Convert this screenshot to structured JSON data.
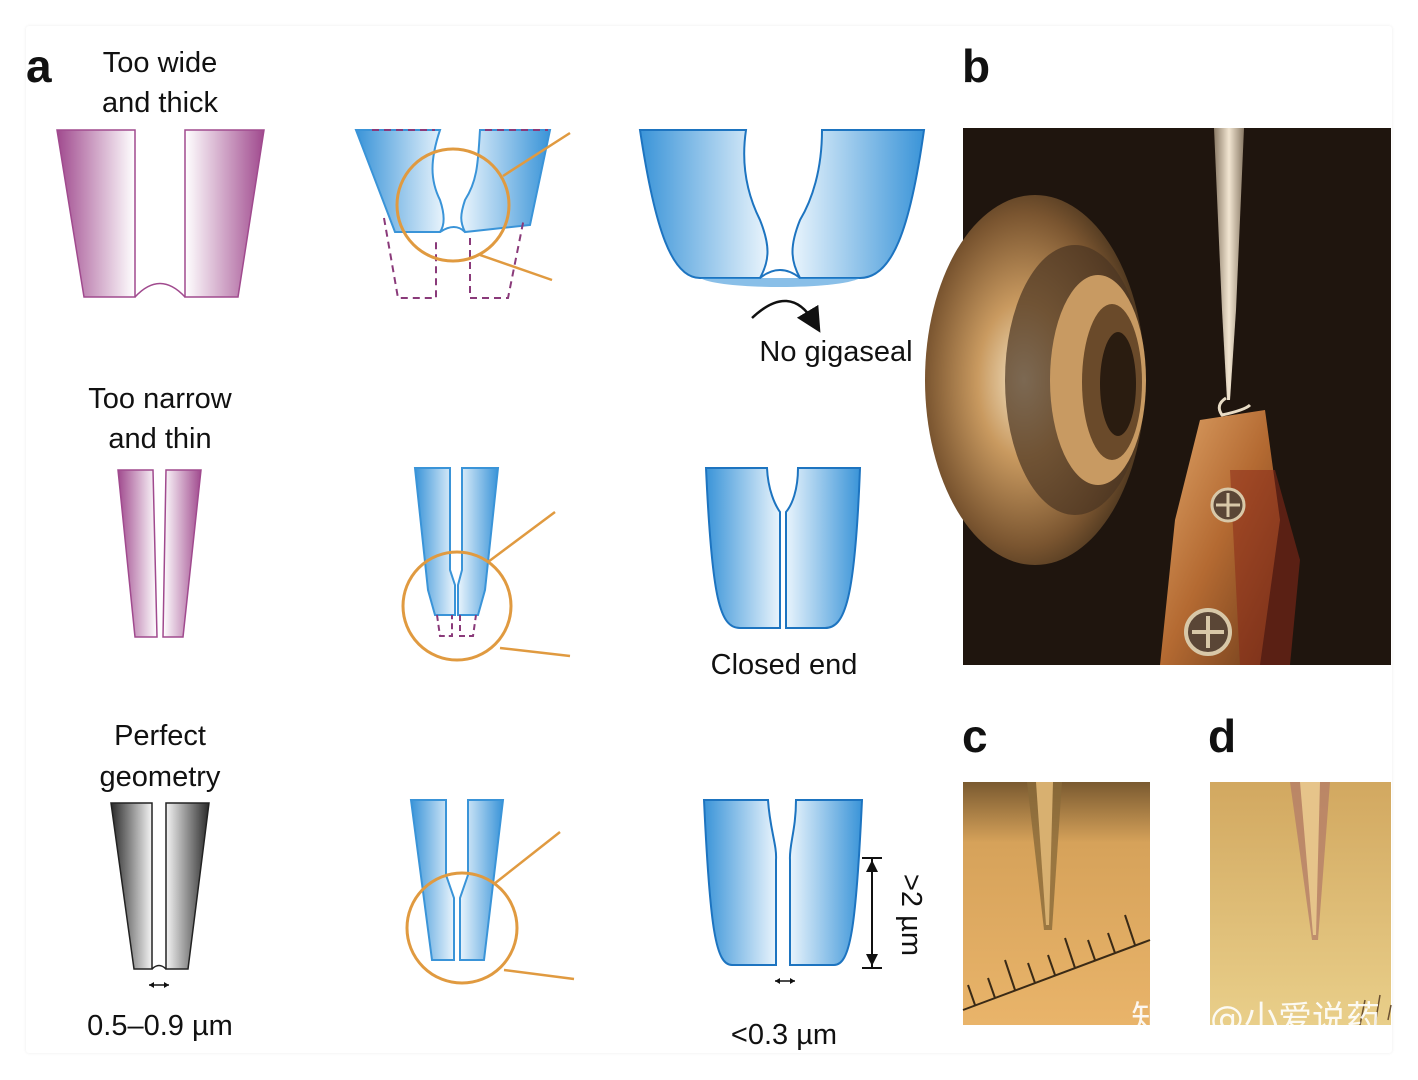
{
  "panel_letters": {
    "a": "a",
    "b": "b",
    "c": "c",
    "d": "d"
  },
  "rows": [
    {
      "label_lines": [
        "Too wide",
        "and thick"
      ],
      "result_label": "No gigaseal"
    },
    {
      "label_lines": [
        "Too narrow",
        "and thin"
      ],
      "result_label": "Closed end"
    },
    {
      "label_lines": [
        "Perfect",
        "geometry"
      ],
      "tip_size": "0.5–0.9 µm",
      "result_size": "<0.3 µm",
      "length_label": ">2 µm"
    }
  ],
  "watermark": "知乎 @小爱说药",
  "colors": {
    "wide_glass": "#a0408a",
    "narrow_glass": "#a0408a",
    "perfect_glass": "#333333",
    "polished_blue": "#3f98d8",
    "outline_blue": "#1d74c0",
    "highlight_circle": "#e09a40",
    "photo_background": "#1a120c"
  }
}
